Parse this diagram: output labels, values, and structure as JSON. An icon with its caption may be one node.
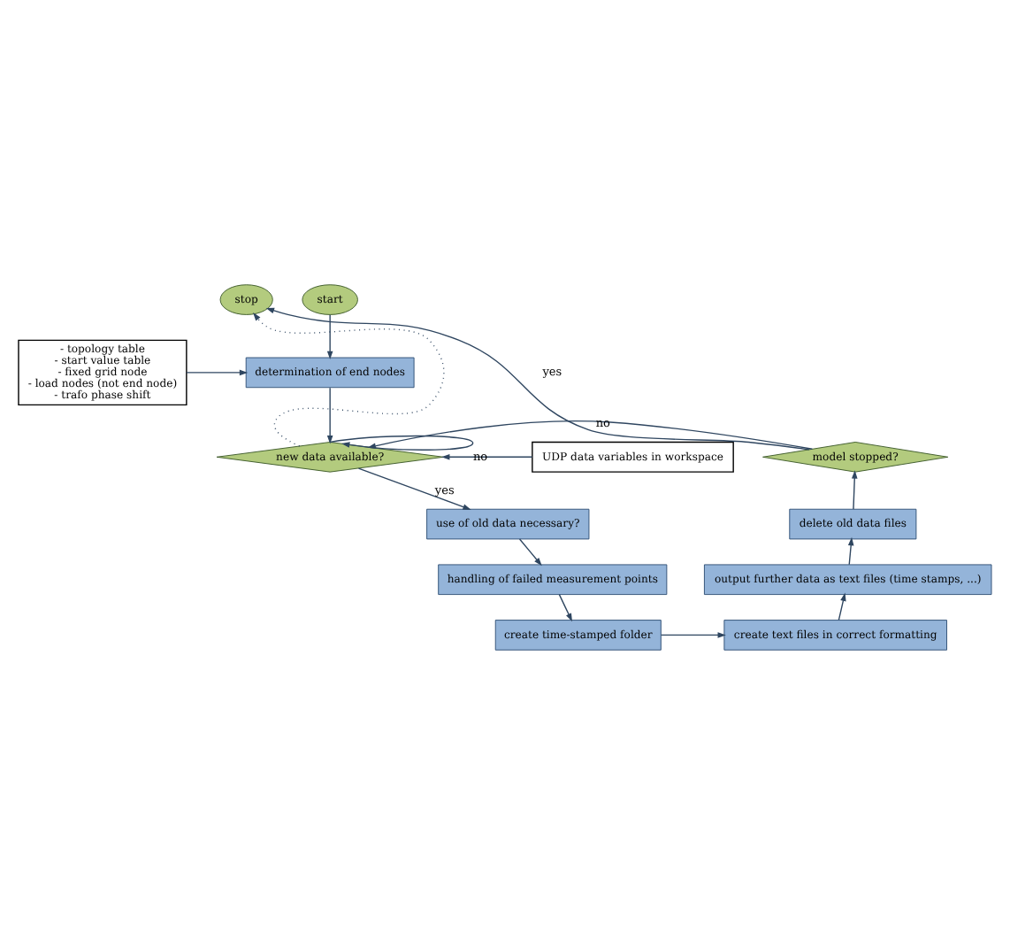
{
  "diagram": {
    "nodes": [
      {
        "text": [
          "- topology table",
          "- start value table",
          "- fixed grid node",
          "- load nodes (not end node)",
          "- trafo phase shift"
        ]
      },
      {
        "text": [
          "start"
        ]
      },
      {
        "text": [
          "determination of end nodes"
        ]
      },
      {
        "text": [
          "UDP data variables in workspace"
        ]
      },
      {
        "text": [
          "new data available?"
        ]
      },
      {
        "text": [
          "stop"
        ]
      },
      {
        "text": [
          "model stopped?"
        ]
      },
      {
        "text": [
          "use of old data necessary?"
        ]
      },
      {
        "text": [
          "handling of failed measurement points"
        ]
      },
      {
        "text": [
          "create time-stamped folder"
        ]
      },
      {
        "text": [
          "create text files in correct formatting"
        ]
      },
      {
        "text": [
          "output further data as text files (time stamps, ...)"
        ]
      },
      {
        "text": [
          "delete old data files"
        ]
      }
    ],
    "edges": [
      {
        "from": 0,
        "to": 2,
        "arrow": "to"
      },
      {
        "from": 1,
        "to": 2,
        "arrow": "to"
      },
      {
        "from": 3,
        "to": 4,
        "arrow": "to"
      },
      {
        "from": 2,
        "to": 4,
        "arrow": "to"
      },
      {
        "from": 4,
        "to": 4,
        "arrow": "to",
        "label": "no"
      },
      {
        "from": 4,
        "to": 7,
        "arrow": "to",
        "label": "yes"
      },
      {
        "from": 7,
        "to": 8,
        "arrow": "to"
      },
      {
        "from": 8,
        "to": 9,
        "arrow": "to"
      },
      {
        "from": 9,
        "to": 10,
        "arrow": "to"
      },
      {
        "from": 10,
        "to": 11,
        "arrow": "to"
      },
      {
        "from": 11,
        "to": 12,
        "arrow": "to"
      },
      {
        "from": 12,
        "to": 6,
        "arrow": "to"
      },
      {
        "from": 6,
        "to": 5,
        "arrow": "to",
        "label": "yes"
      },
      {
        "from": 6,
        "to": 4,
        "arrow": "to",
        "label": "no"
      },
      {
        "from": 4,
        "to": 5,
        "arrow": "to",
        "style": "dashed"
      }
    ]
  }
}
